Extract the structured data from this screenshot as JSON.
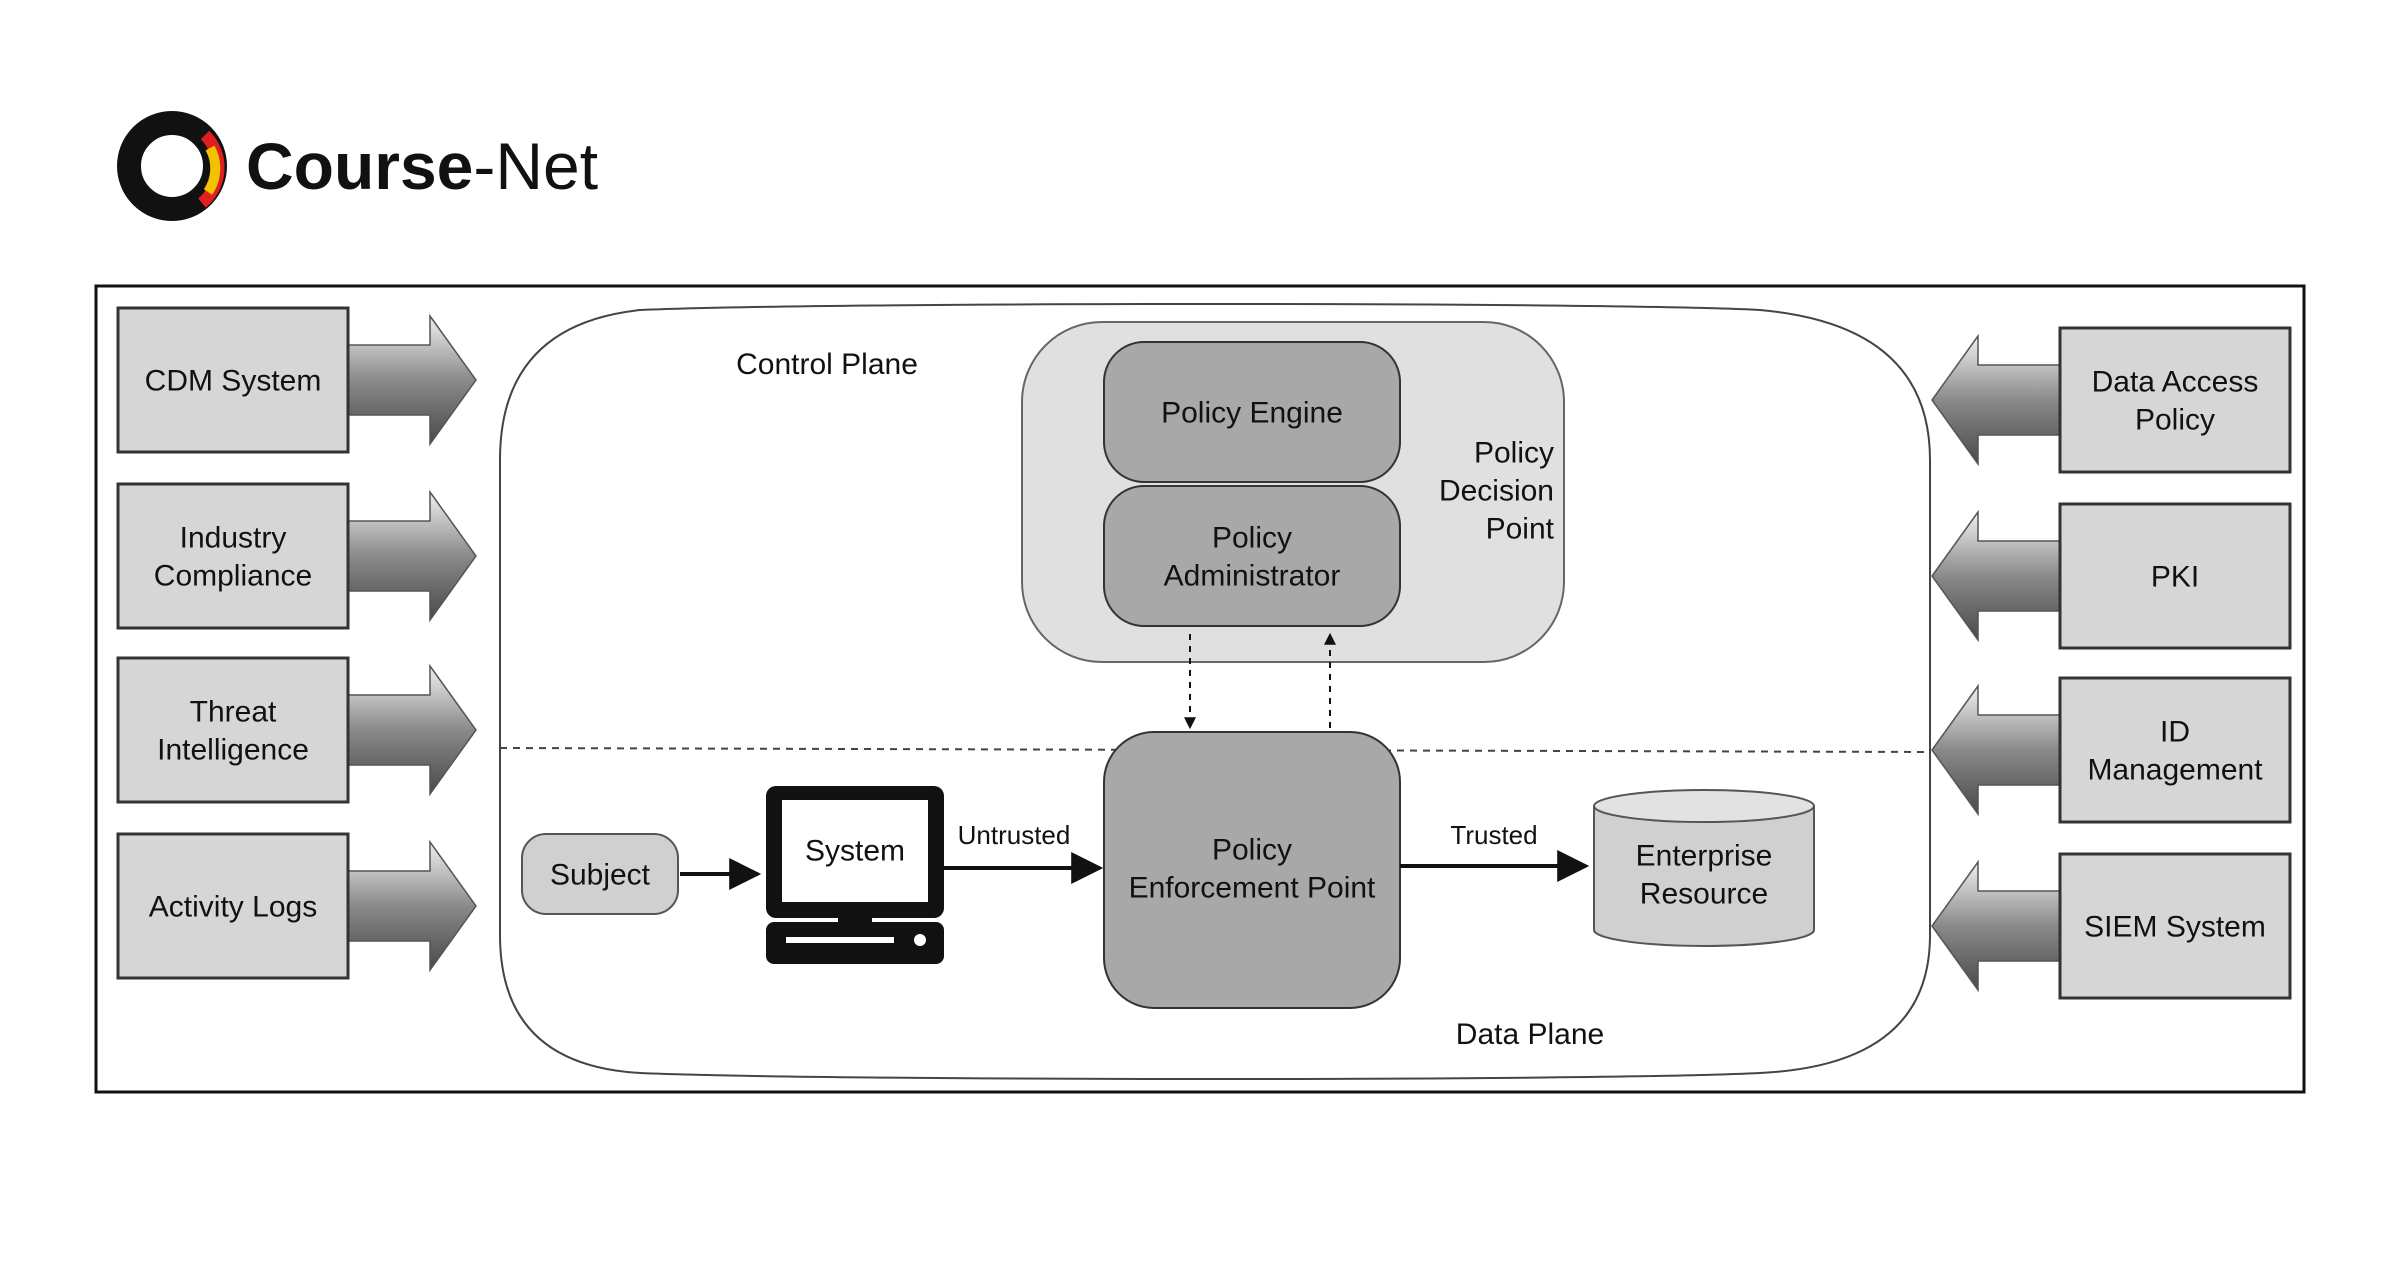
{
  "logo": {
    "brand_bold": "Course",
    "brand_rest": "-Net"
  },
  "diagram": {
    "control_plane_label": "Control Plane",
    "data_plane_label": "Data Plane",
    "left_inputs": [
      {
        "lines": [
          "CDM System"
        ]
      },
      {
        "lines": [
          "Industry",
          "Compliance"
        ]
      },
      {
        "lines": [
          "Threat",
          "Intelligence"
        ]
      },
      {
        "lines": [
          "Activity Logs"
        ]
      }
    ],
    "right_inputs": [
      {
        "lines": [
          "Data Access",
          "Policy"
        ]
      },
      {
        "lines": [
          "PKI"
        ]
      },
      {
        "lines": [
          "ID",
          "Management"
        ]
      },
      {
        "lines": [
          "SIEM System"
        ]
      }
    ],
    "policy_engine": [
      "Policy Engine"
    ],
    "policy_administrator": [
      "Policy",
      "Administrator"
    ],
    "policy_decision_point": [
      "Policy",
      "Decision",
      "Point"
    ],
    "subject": [
      "Subject"
    ],
    "system": [
      "System"
    ],
    "pep": [
      "Policy",
      "Enforcement Point"
    ],
    "enterprise_resource": [
      "Enterprise",
      "Resource"
    ],
    "untrusted_label": "Untrusted",
    "trusted_label": "Trusted"
  }
}
